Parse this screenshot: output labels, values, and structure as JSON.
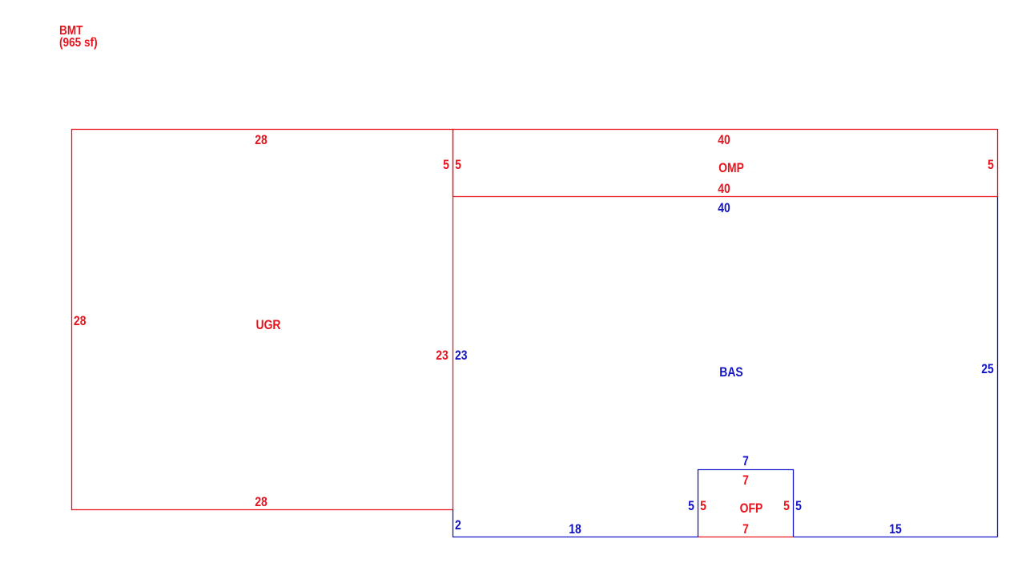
{
  "colors": {
    "red": "#e8141e",
    "blue": "#1414c8"
  },
  "header": {
    "line1": "BMT",
    "line2": "(965 sf)"
  },
  "areas": {
    "ugr": {
      "name": "UGR",
      "top": "28",
      "left": "28",
      "bottom": "28",
      "right": "23"
    },
    "omp": {
      "name": "OMP",
      "top": "40",
      "bottom": "40",
      "left_outer": "5",
      "left_inner": "5",
      "right": "5"
    },
    "bas": {
      "name": "BAS",
      "top": "40",
      "left": "23",
      "right": "25",
      "bottom_left": "18",
      "bottom_right": "15",
      "corner": "2"
    },
    "ofp": {
      "name": "OFP",
      "top_outer": "7",
      "top_inner": "7",
      "bottom": "7",
      "left_outer": "5",
      "left_inner": "5",
      "right_inner": "5",
      "right_outer": "5"
    }
  }
}
